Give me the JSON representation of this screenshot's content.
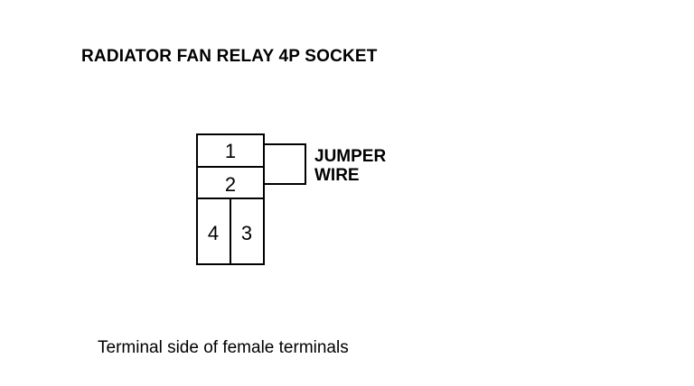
{
  "title": "RADIATOR FAN RELAY 4P SOCKET",
  "socket": {
    "terminals": [
      "1",
      "2",
      "4",
      "3"
    ]
  },
  "jumper": {
    "line1": "JUMPER",
    "line2": "WIRE"
  },
  "caption": "Terminal side of female terminals",
  "colors": {
    "ink": "#000000",
    "background": "#ffffff"
  }
}
